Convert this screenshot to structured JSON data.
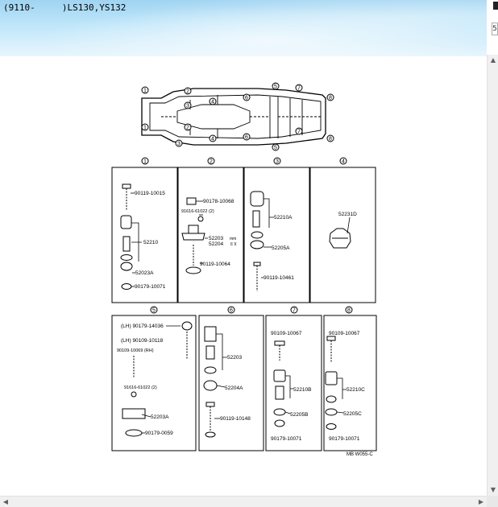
{
  "window": {
    "title": "(9110-     )LS130,YS132",
    "side_button_label": "5"
  },
  "scrollbar": {
    "up_arrow": "▲",
    "down_arrow": "▼",
    "left_arrow": "◀",
    "right_arrow": "▶"
  },
  "diagram": {
    "frame_callouts": [
      "1",
      "2",
      "3",
      "4",
      "5",
      "6",
      "7",
      "8"
    ],
    "panel_numbers": [
      "1",
      "2",
      "3",
      "4",
      "5",
      "6",
      "7",
      "8"
    ],
    "ref_code": "MB W055-C",
    "parts": {
      "p1_a": "90119-10015",
      "p1_b": "52210",
      "p1_c": "52023A",
      "p1_d": "90179-10071",
      "p2_a": "90178-10068",
      "p2_b": "91616-61022 (2)",
      "p2_c1": "52203",
      "p2_c1_suffix": "mm",
      "p2_c2": "52204",
      "p2_c2_suffix": "ㅍㅍ",
      "p2_d": "90119-10064",
      "p3_a": "52210A",
      "p3_b": "52205A",
      "p3_c": "90119-10461",
      "p4_a": "52231D",
      "p5_a": "(LH) 90179-14036",
      "p5_b": "(LH) 90109-10118",
      "p5_c": "90109-10069 (RH)",
      "p5_d": "91616-61022 (2)",
      "p5_e": "52203A",
      "p5_f": "90179-0059",
      "p6_a": "52203",
      "p6_b": "52204A",
      "p6_c": "90119-10148",
      "p7_a": "90109-10067",
      "p7_b": "52210B",
      "p7_c": "52205B",
      "p7_d": "90179-10071",
      "p8_a": "90109-10067",
      "p8_b": "52210C",
      "p8_c": "52205C",
      "p8_d": "90179-10071"
    }
  }
}
